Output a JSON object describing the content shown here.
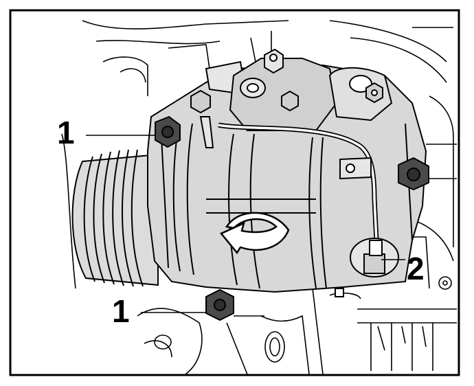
{
  "callouts": [
    {
      "label": "1",
      "refers_to": "upper-mounting-bolt"
    },
    {
      "label": "1",
      "refers_to": "lower-mounting-bolt"
    },
    {
      "label": "2",
      "refers_to": "right-side-bolt-connector"
    }
  ],
  "colors": {
    "line": "#000000",
    "background": "#ffffff",
    "body_fill": "#d8d8d8",
    "body_fill_light": "#e6e6e6",
    "bolt_fill": "#4a4a4a"
  },
  "icons": {
    "rotation_arrow": "curved-rotation-arrow-icon"
  }
}
